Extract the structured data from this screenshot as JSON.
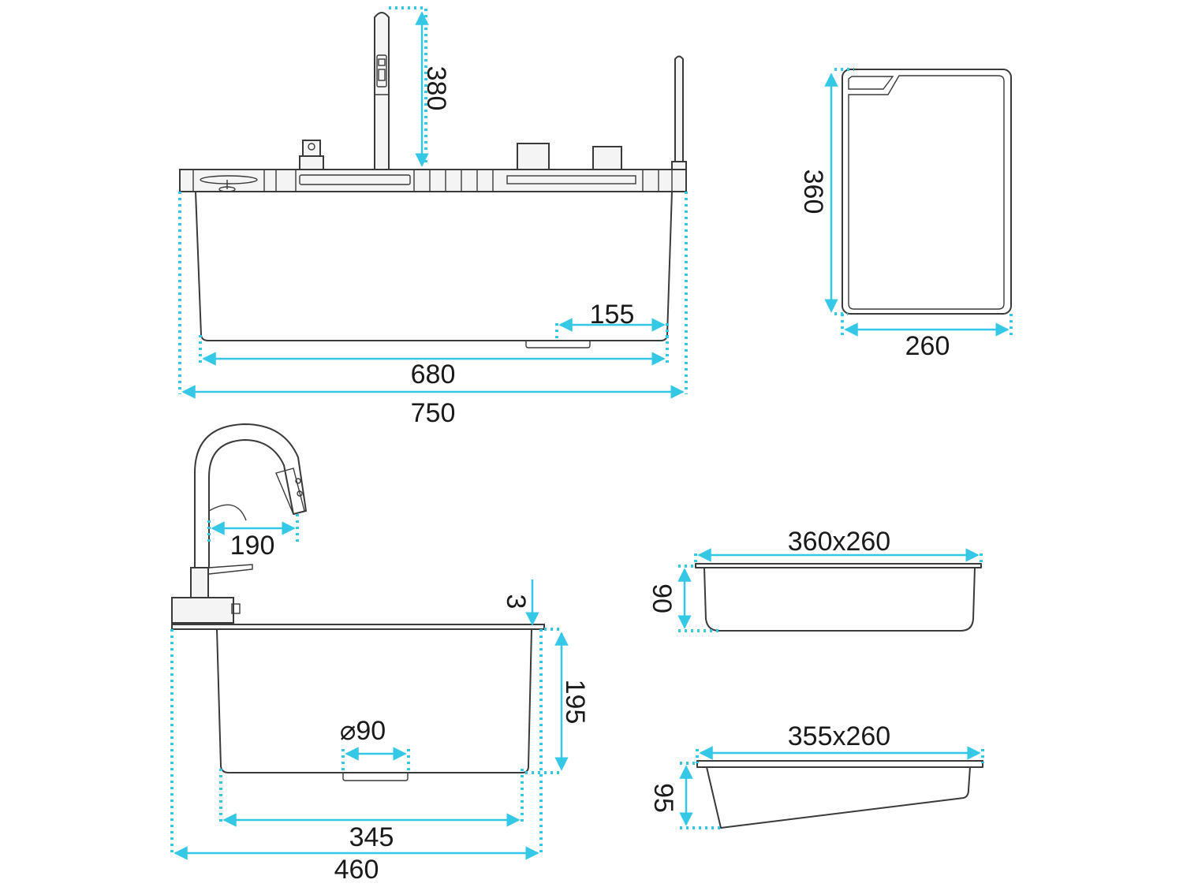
{
  "colors": {
    "dimension": "#35c8e6",
    "outline": "#3a3a3a",
    "text": "#1a1a1a"
  },
  "front_view": {
    "faucet_height": "380",
    "overall_width": "750",
    "bowl_width": "680",
    "drain_offset": "155"
  },
  "cutting_board": {
    "length": "360",
    "width": "260"
  },
  "side_view": {
    "spout_reach": "190",
    "flange_thickness": "3",
    "bowl_depth": "195",
    "drain_diameter": "⌀90",
    "bowl_inner_width": "345",
    "overall_depth": "460"
  },
  "basket_rectangular": {
    "size": "360x260",
    "height": "90"
  },
  "basket_tapered": {
    "size": "355x260",
    "height": "95"
  }
}
